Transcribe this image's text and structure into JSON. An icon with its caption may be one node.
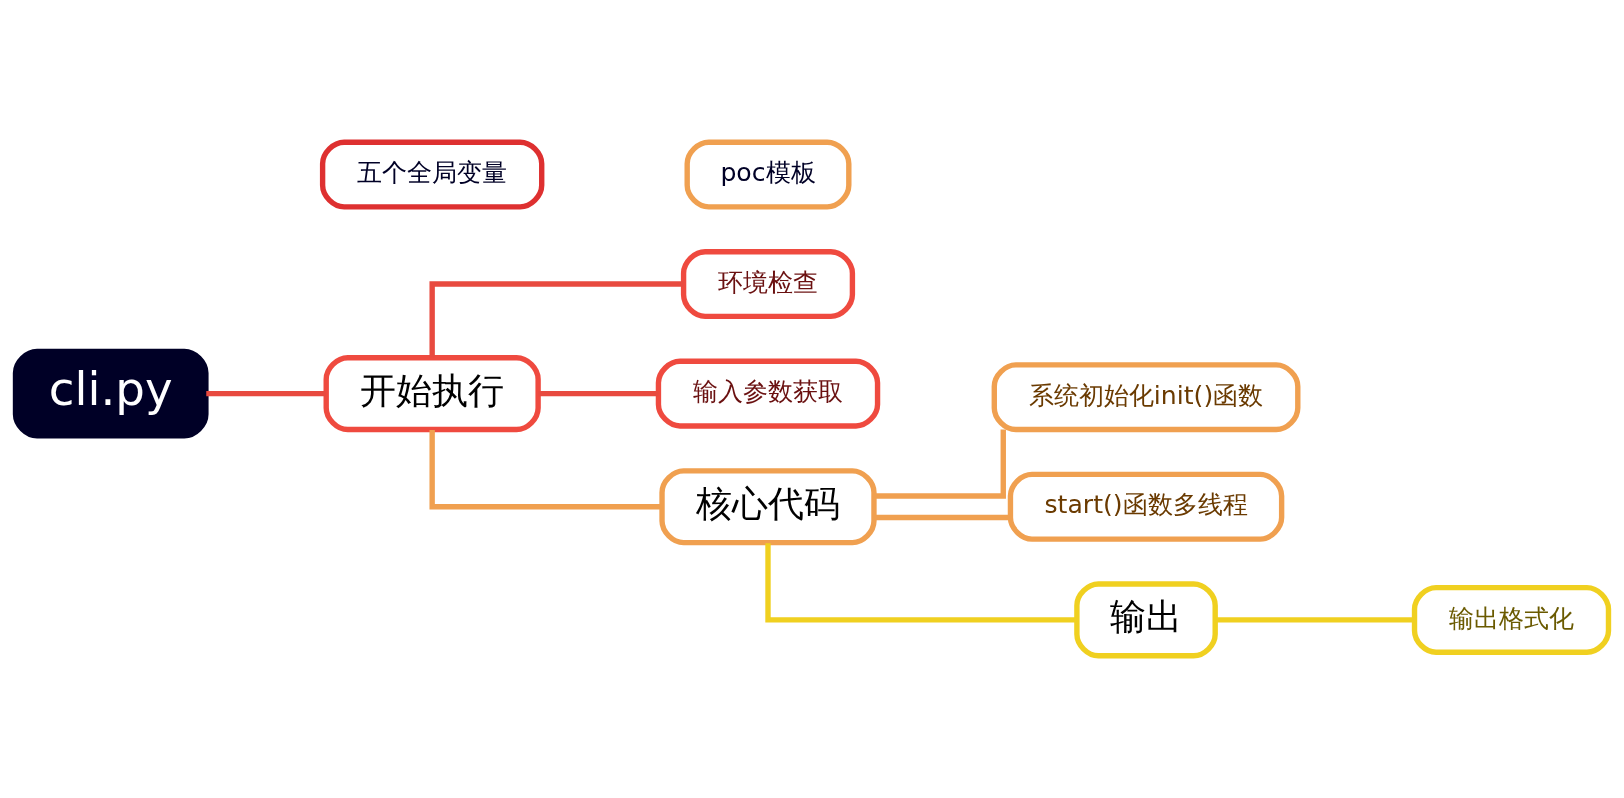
{
  "diagram": {
    "nodes": [
      {
        "text": [
          "cli.py"
        ]
      },
      {
        "text": [
          "开始执行"
        ]
      },
      {
        "text": [
          "环境检查"
        ]
      },
      {
        "text": [
          "输入参数获取"
        ]
      },
      {
        "text": [
          "五个全局变量"
        ]
      },
      {
        "text": [
          "核心代码"
        ]
      },
      {
        "text": [
          "系统初始化init()函数"
        ]
      },
      {
        "text": [
          "start()函数多线程"
        ]
      },
      {
        "text": [
          "poc模板"
        ]
      },
      {
        "text": [
          "输出"
        ]
      },
      {
        "text": [
          "输出格式化"
        ]
      }
    ],
    "edges": [
      {
        "from": 0,
        "to": 1,
        "arrow": "none",
        "color": "#e84a3f"
      },
      {
        "from": 1,
        "to": 2,
        "arrow": "none",
        "color": "#e84a3f"
      },
      {
        "from": 1,
        "to": 3,
        "arrow": "none",
        "color": "#e84a3f"
      },
      {
        "from": 1,
        "to": 5,
        "arrow": "none",
        "color": "#f0a050"
      },
      {
        "from": 5,
        "to": 6,
        "arrow": "none",
        "color": "#f0a050"
      },
      {
        "from": 5,
        "to": 7,
        "arrow": "none",
        "color": "#f0a050"
      },
      {
        "from": 5,
        "to": 9,
        "arrow": "none",
        "color": "#f0d020"
      },
      {
        "from": 9,
        "to": 10,
        "arrow": "none",
        "color": "#f0d020"
      }
    ]
  }
}
